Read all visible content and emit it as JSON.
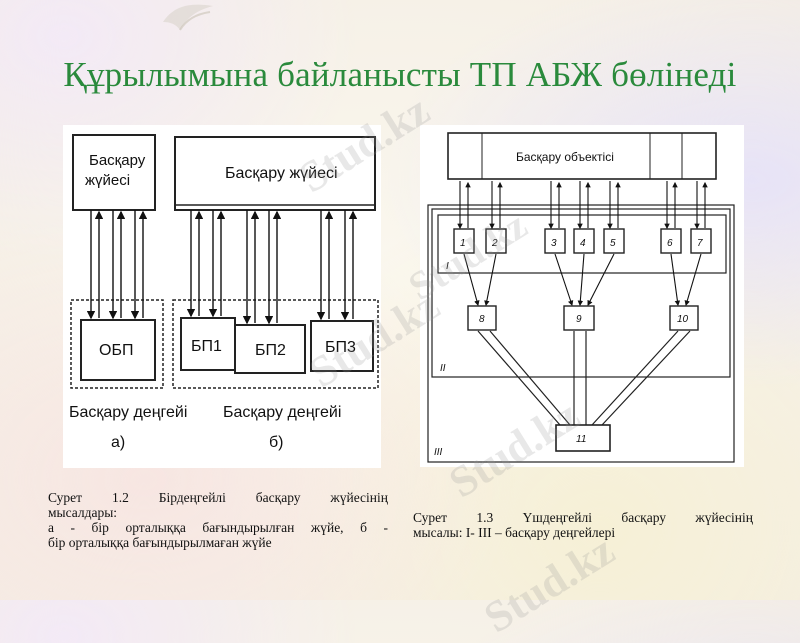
{
  "title": "Құрылымына байланысты ТП АБЖ бөлінеді",
  "watermark": "Stud.kz",
  "left_diagram": {
    "box_control_system_1": "Басқару",
    "box_control_system_2": "жүйесі",
    "box_top_wide": "Басқару жүйесі",
    "box_obp": "ОБП",
    "box_bp1": "БП1",
    "box_bp2": "БП2",
    "box_bp3": "БП3",
    "level_label_a": "Басқару деңгейі",
    "level_label_b": "Басқару деңгейі",
    "sub_a": "а)",
    "sub_b": "б)"
  },
  "right_diagram": {
    "object_label": "Басқару объектісі",
    "nodes_top": [
      "1",
      "2",
      "3",
      "4",
      "5",
      "6",
      "7"
    ],
    "nodes_mid": [
      "8",
      "9",
      "10"
    ],
    "node_bottom": "11",
    "level_I": "I",
    "level_II": "II",
    "level_III": "III"
  },
  "caption_left": {
    "line1": "Сурет 1.2 Бірдеңгейлі басқару жүйесінің",
    "line2": "мысалдары:",
    "line3": "а - бір орталыққа бағындырылған жүйе, б -",
    "line4": "бір орталыққа бағындырылмаған жүйе"
  },
  "caption_right": {
    "line1": "Сурет 1.3 Үшдеңгейлі басқару жүйесінің",
    "line2": "мысалы: I- III – басқару деңгейлері"
  }
}
